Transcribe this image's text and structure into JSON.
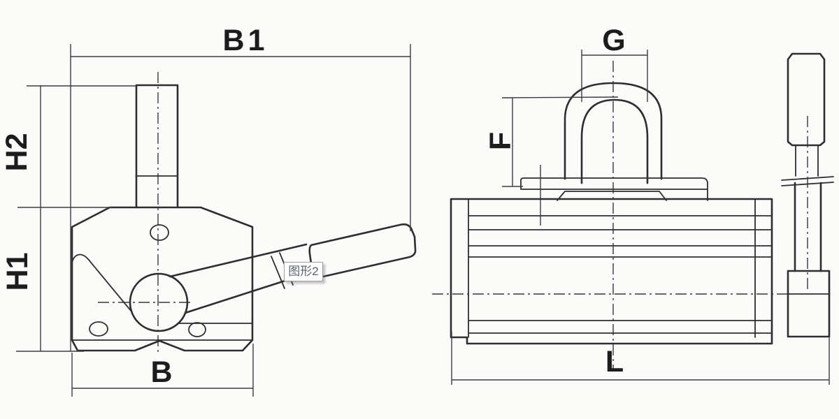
{
  "drawing": {
    "type": "engineering-drawing",
    "subject": "permanent-magnetic-lifter, two orthographic views",
    "labels": {
      "b1": "B1",
      "h2": "H2",
      "h1": "H1",
      "b": "B",
      "g": "G",
      "f": "F",
      "l": "L"
    },
    "tooltip": {
      "text": "图形2"
    },
    "colors": {
      "background": "#fbfbfa",
      "object-line": "#2e2e2e",
      "dimension-line": "#3c3c3c",
      "tooltip-text": "#5a6470",
      "tooltip-border": "#a0a0a0",
      "tooltip-background": "#ffffff"
    }
  }
}
